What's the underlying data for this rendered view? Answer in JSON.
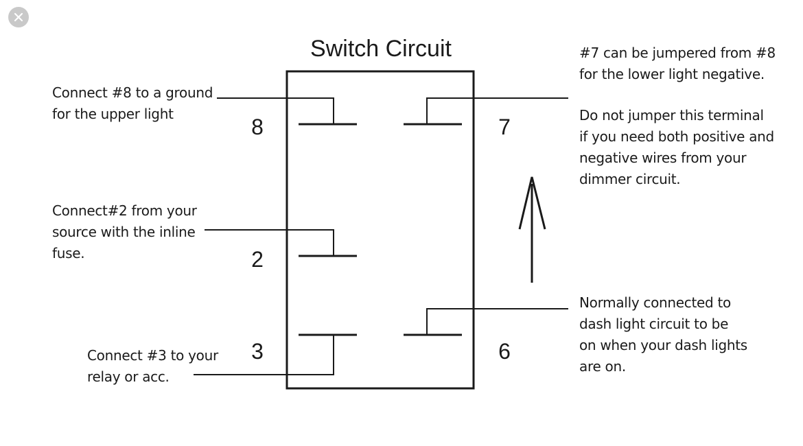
{
  "close_icon": "close-icon",
  "title": "Switch Circuit",
  "terminals": {
    "t8": "8",
    "t7": "7",
    "t2": "2",
    "t3": "3",
    "t6": "6"
  },
  "notes": {
    "n8": "Connect #8 to a ground\nfor the upper light",
    "n2": "Connect#2 from your\nsource with the inline\nfuse.",
    "n3": "Connect #3 to your\nrelay or acc.",
    "n7a": "#7 can be jumpered from #8\nfor the lower light negative.",
    "n7b": "Do not jumper this terminal\nif you need both positive and\nnegative wires from your\ndimmer circuit.",
    "n6": "Normally connected to\ndash light circuit to be\non when your dash lights\nare on."
  },
  "line_color": "#1a1a1a"
}
